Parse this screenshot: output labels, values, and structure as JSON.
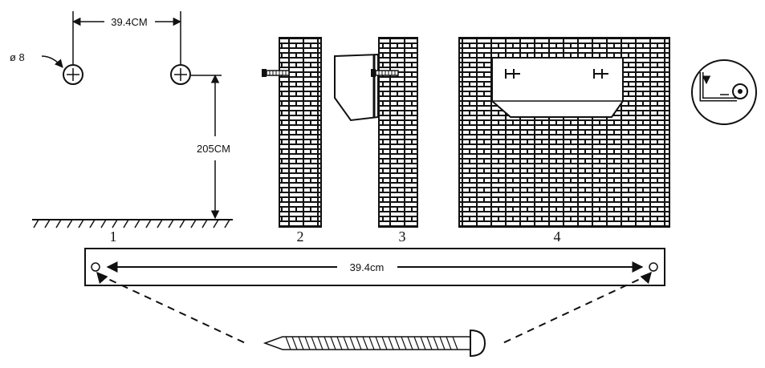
{
  "labels": {
    "hole_diameter": "ø 8",
    "hole_spacing": "39.4CM",
    "mount_height": "205CM",
    "bracket_length": "39.4cm"
  },
  "steps": [
    {
      "number": "1"
    },
    {
      "number": "2"
    },
    {
      "number": "3"
    },
    {
      "number": "4"
    }
  ],
  "icons": {
    "screw": "screw-icon",
    "wall": "brick-wall-icon",
    "lamp": "solar-lamp-icon",
    "switch": "switch-icon"
  },
  "colors": {
    "line": "#111111",
    "background": "#ffffff"
  }
}
